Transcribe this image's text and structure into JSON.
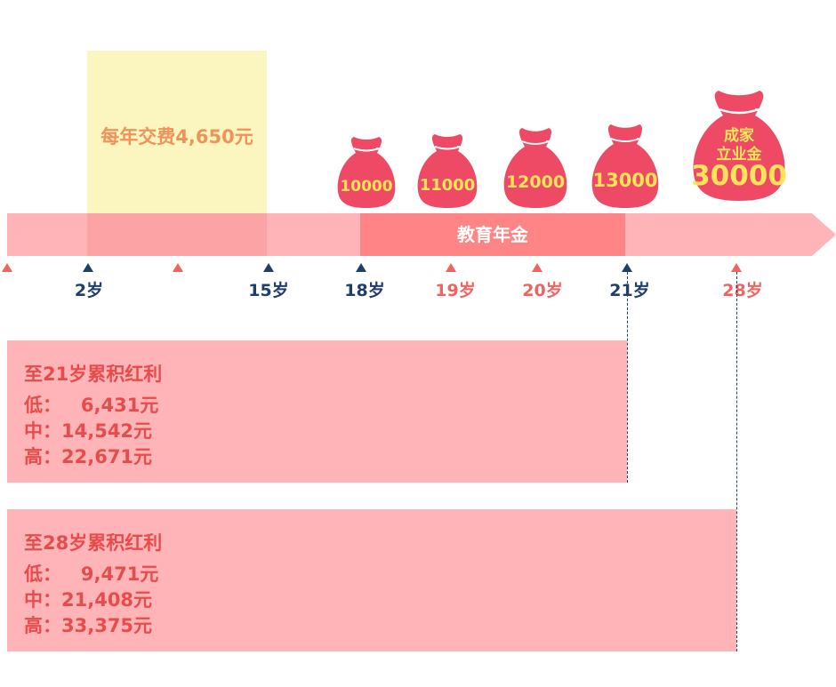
{
  "payment_note": "每年交费4,650元",
  "timeline_label": "教育年金",
  "bags": [
    {
      "amount": "10000"
    },
    {
      "amount": "11000"
    },
    {
      "amount": "12000"
    },
    {
      "amount": "13000"
    },
    {
      "caption_line1": "成家",
      "caption_line2": "立业金",
      "amount": "30000"
    }
  ],
  "ages": [
    "2岁",
    "15岁",
    "18岁",
    "19岁",
    "20岁",
    "21岁",
    "28岁"
  ],
  "panel_21": {
    "title": "至21岁累积红利",
    "low": "低：   6,431元",
    "mid": "中：14,542元",
    "high": "高：22,671元"
  },
  "panel_28": {
    "title": "至28岁累积红利",
    "low": "低：   9,471元",
    "mid": "中：21,408元",
    "high": "高：33,375元"
  },
  "colors": {
    "navy": "#1f3e6a",
    "coral": "#ef6461",
    "bag": "#ee4a66",
    "bag_text": "#ffe45a",
    "panel": "#ffb5b7",
    "highlight": "#fbf6bf"
  }
}
